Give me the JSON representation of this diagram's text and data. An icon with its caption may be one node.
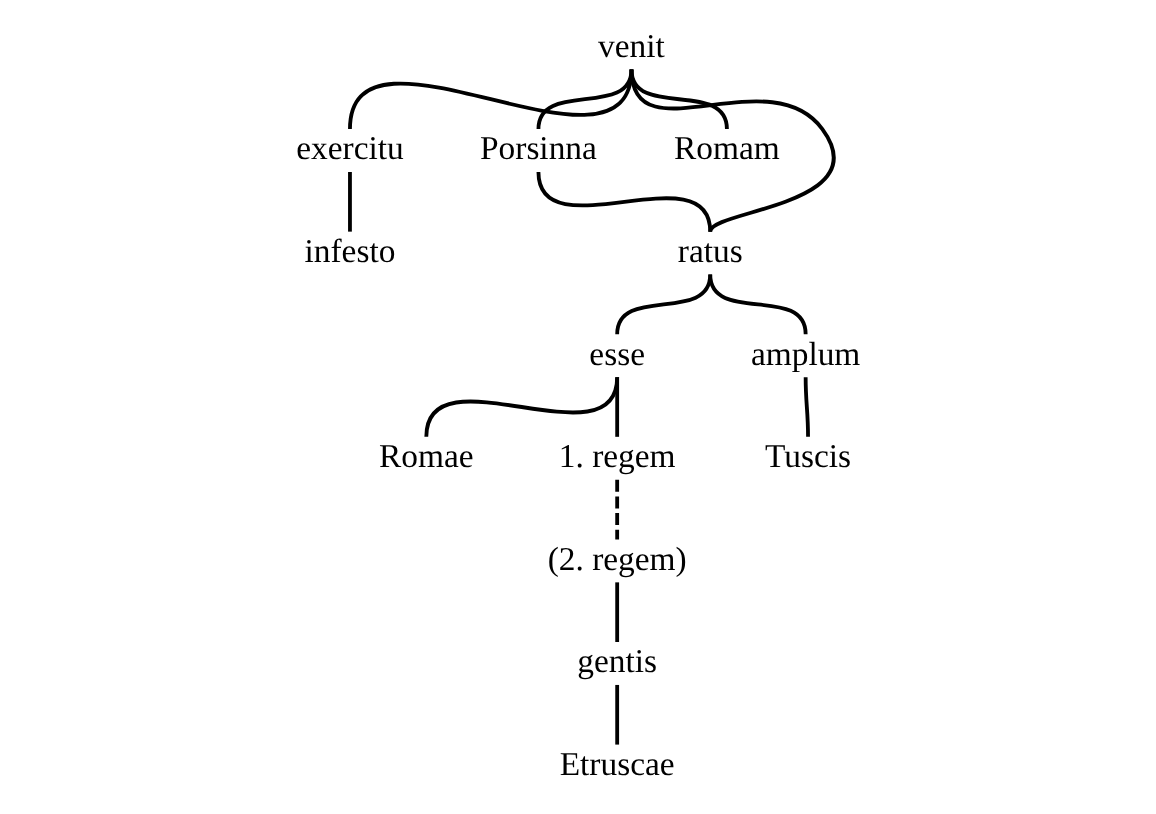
{
  "diagram": {
    "nodes": [
      {
        "text": [
          "venit"
        ]
      },
      {
        "text": [
          "Porsinna"
        ]
      },
      {
        "text": [
          "exercitu"
        ]
      },
      {
        "text": [
          "Romam"
        ]
      },
      {
        "text": [
          "ratus"
        ]
      },
      {
        "text": [
          "infesto"
        ]
      },
      {
        "text": [
          "esse"
        ]
      },
      {
        "text": [
          "amplum"
        ]
      },
      {
        "text": [
          "1. regem"
        ]
      },
      {
        "text": [
          "Romae"
        ]
      },
      {
        "text": [
          "Tuscis"
        ]
      },
      {
        "text": [
          "(2. regem)"
        ]
      },
      {
        "text": [
          "gentis"
        ]
      },
      {
        "text": [
          "Etruscae"
        ]
      }
    ],
    "edges": [
      {
        "from": 0,
        "to": 1,
        "arrow": "none"
      },
      {
        "from": 0,
        "to": 4,
        "arrow": "none"
      },
      {
        "from": 0,
        "to": 2,
        "arrow": "none"
      },
      {
        "from": 0,
        "to": 3,
        "arrow": "none"
      },
      {
        "from": 1,
        "to": 4,
        "arrow": "none"
      },
      {
        "from": 2,
        "to": 5,
        "arrow": "none"
      },
      {
        "from": 4,
        "to": 6,
        "arrow": "none"
      },
      {
        "from": 4,
        "to": 7,
        "arrow": "none"
      },
      {
        "from": 6,
        "to": 8,
        "arrow": "none"
      },
      {
        "from": 6,
        "to": 9,
        "arrow": "none"
      },
      {
        "from": 7,
        "to": 10,
        "arrow": "none"
      },
      {
        "from": 8,
        "to": 11,
        "arrow": "none",
        "style": "dashed"
      },
      {
        "from": 11,
        "to": 12,
        "arrow": "none"
      },
      {
        "from": 12,
        "to": 13,
        "arrow": "none"
      }
    ]
  }
}
